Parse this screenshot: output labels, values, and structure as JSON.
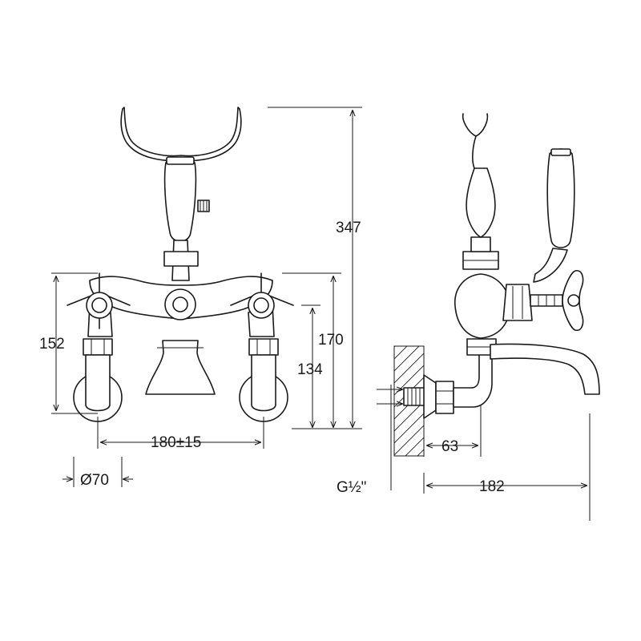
{
  "dimensions": {
    "overall_height": "347",
    "body_height_left": "152",
    "height_170": "170",
    "height_134": "134",
    "center_distance": "180±15",
    "flange_diameter": "Ø70",
    "wall_offset": "63",
    "spout_reach": "182",
    "thread": "G½\""
  },
  "colors": {
    "line": "#1a1a1a",
    "background": "#ffffff"
  }
}
